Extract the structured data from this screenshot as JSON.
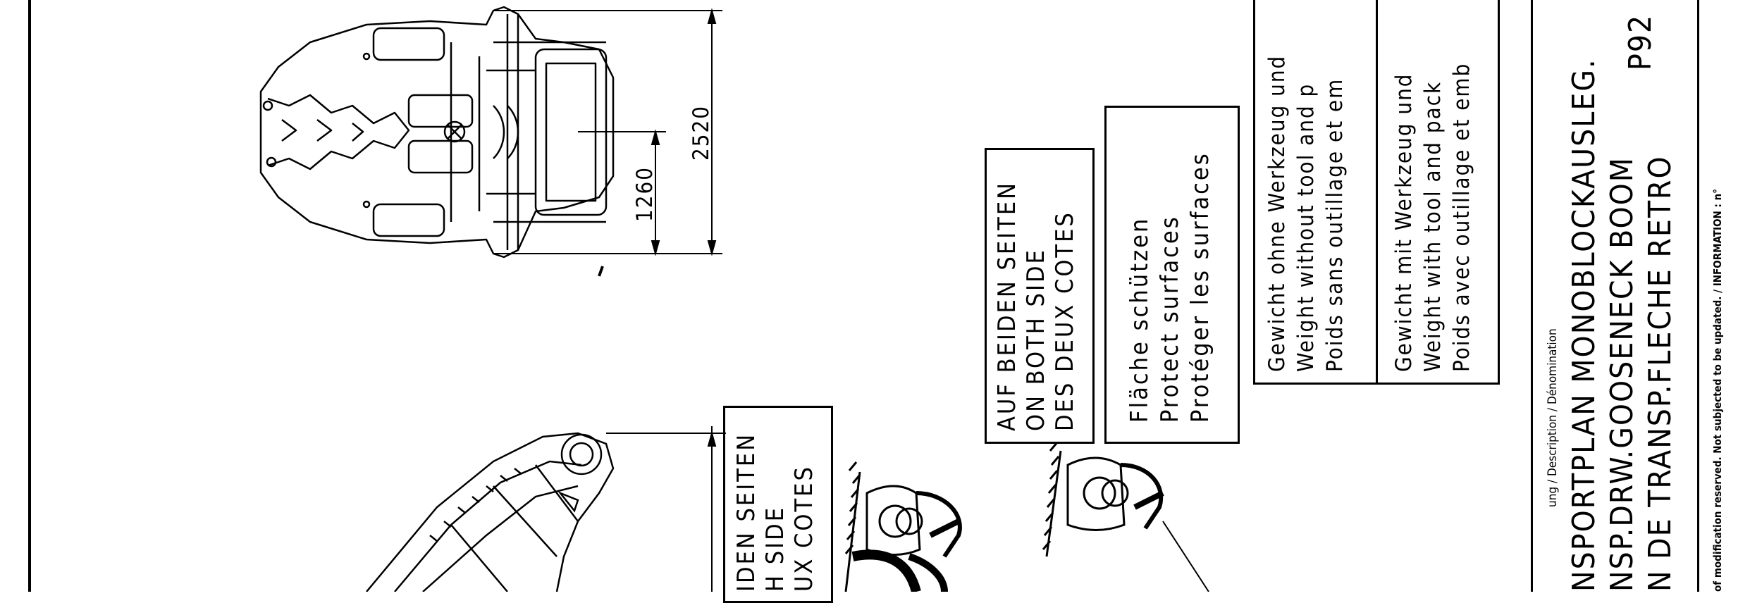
{
  "dimensions": {
    "full_width": "2520",
    "half_width": "1260"
  },
  "labels": {
    "both_sides_left": [
      "IDEN SEITEN",
      "H SIDE",
      "UX COTES"
    ],
    "both_sides": [
      "AUF BEIDEN SEITEN",
      "ON BOTH SIDE",
      "DES DEUX COTES"
    ],
    "protect": [
      "Fläche schützen",
      "Protect surfaces",
      "Protéger les surfaces"
    ]
  },
  "weights": {
    "without_tool": [
      "Gewicht ohne Werkzeug und",
      "Weight without tool and p",
      "Poids sans outillage et em"
    ],
    "with_tool": [
      "Gewicht mit Werkzeug und",
      "Weight with tool and pack",
      "Poids avec outillage et emb"
    ]
  },
  "title_block": {
    "heading": "ung / Description / Dénomination",
    "title_lines": [
      "NSPORTPLAN MONOBLOCKAUSLEG.",
      "NSP.DRW.GOOSENECK BOOM",
      "N DE TRANSP.FLECHE RETRO"
    ],
    "drawing_number": "P92",
    "info": "of modification reserved. Not subjected to be updated. / INFORMATION : n°"
  },
  "colors": {
    "ink": "#000000",
    "paper": "#ffffff"
  }
}
